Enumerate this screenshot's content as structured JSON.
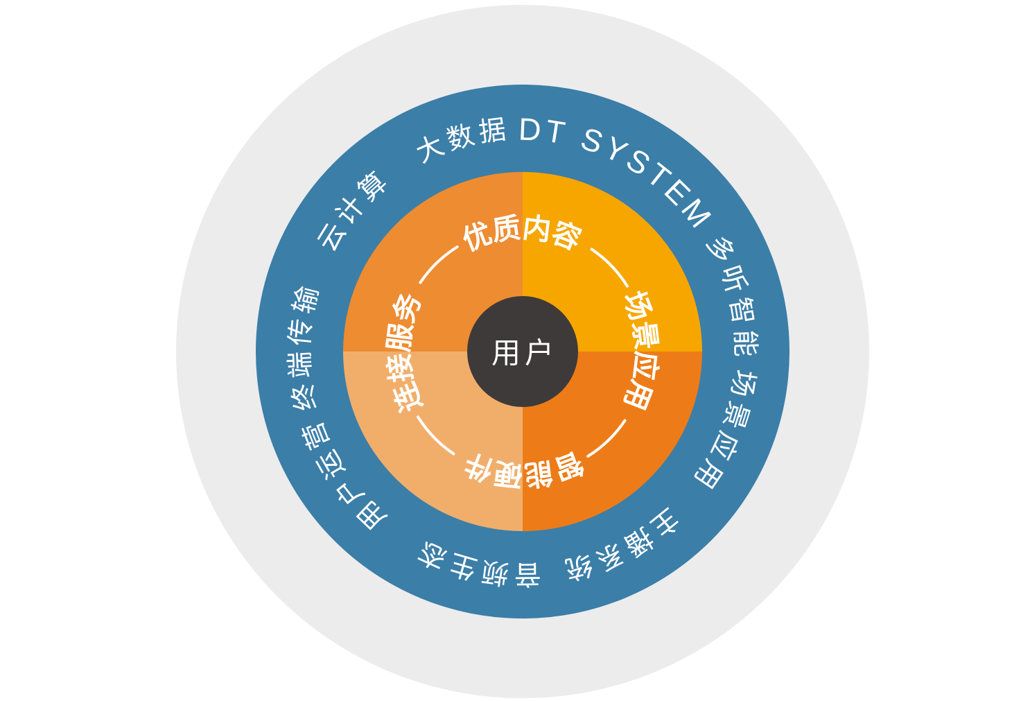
{
  "diagram": {
    "center_label": "用户",
    "colors": {
      "page_bg": "#ffffff",
      "outer_circle": "#ececed",
      "blue_ring": "#3b7ea8",
      "quadrant_top_left": "#ee8c31",
      "quadrant_top_right": "#f7a600",
      "quadrant_bottom_right": "#ed7c18",
      "quadrant_bottom_left": "#f1ae6b",
      "center_circle": "#3e3a39",
      "label_text": "#ffffff"
    },
    "outer_ring_labels": [
      {
        "text": "大数据",
        "angle": -15.5
      },
      {
        "text": "DT SYSTEM",
        "angle": 27.5
      },
      {
        "text": "多听智能",
        "angle": 76
      },
      {
        "text": "场景应用",
        "angle": 111.5
      },
      {
        "text": "主播系统",
        "angle": 153.5
      },
      {
        "text": "音频生态",
        "angle": 192
      },
      {
        "text": "用户运营",
        "angle": 236
      },
      {
        "text": "终端传输",
        "angle": 271.5
      },
      {
        "text": "云计算",
        "angle": 310
      }
    ],
    "inner_ring_labels": [
      {
        "text": "优质内容",
        "angle": 0
      },
      {
        "text": "场景应用",
        "angle": 90
      },
      {
        "text": "智能硬件",
        "angle": 180
      },
      {
        "text": "连接服务",
        "angle": 270
      }
    ]
  }
}
